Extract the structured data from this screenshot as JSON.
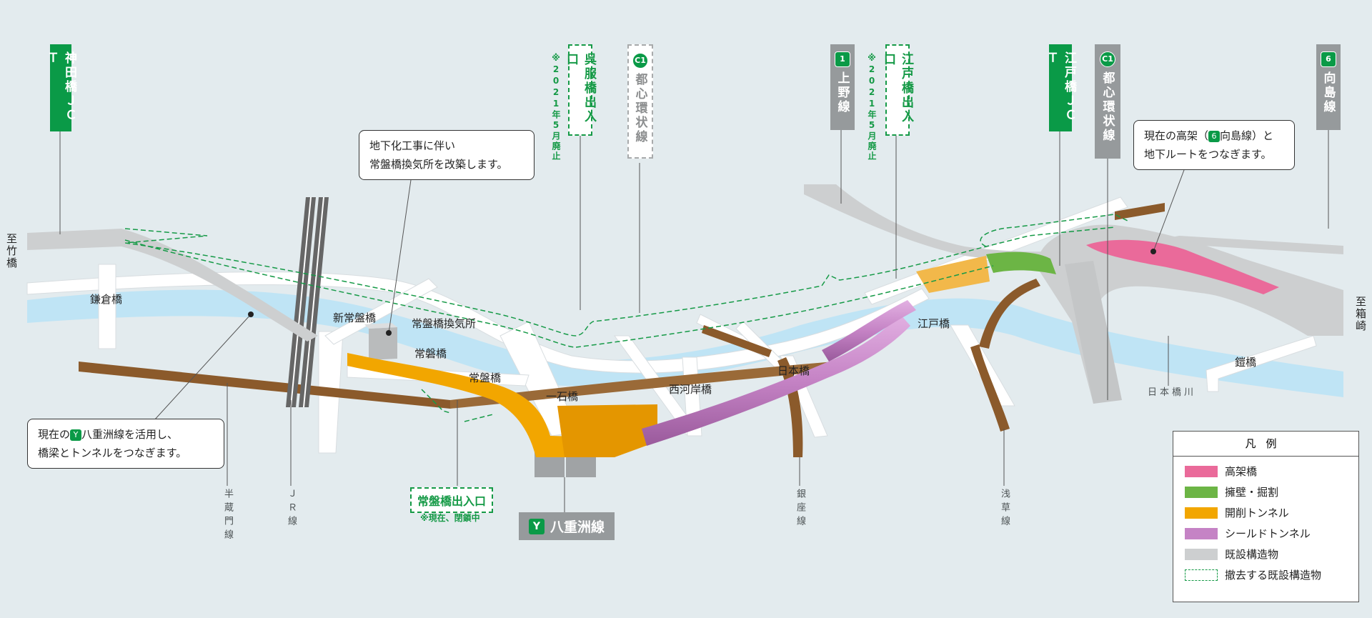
{
  "colors": {
    "background": "#e3ebee",
    "river": "#bfe4f5",
    "road": "#ffffff",
    "existing": "#cdcfd0",
    "rail": "#8b5a2b",
    "elevated": "#ea6a9a",
    "retaining": "#6cb545",
    "cut_tunnel": "#f2a600",
    "shield_tunnel": "#c583c5",
    "accent_green": "#0a9a47"
  },
  "routes": {
    "kandabashi": "神田橋ＪＣＴ",
    "gofukubashi": "呉服橋出入口",
    "gofukubashi_note": "※2021年5月廃止",
    "c1_left": "都心環状線",
    "ueno": "上野線",
    "edobashi_exit": "江戸橋出入口",
    "edobashi_note": "※2021年5月廃止",
    "edobashi_jct": "江戸橋ＪＣＴ",
    "c1_right": "都心環状線",
    "mukojima": "向島線",
    "yaesu": "八重洲線"
  },
  "shields": {
    "c1": "C1",
    "ueno": "1",
    "mukojima": "6",
    "yaesu": "Y"
  },
  "places": {
    "to_takebashi": "至竹橋",
    "to_hakozaki": "至箱崎",
    "kamakurabashi": "鎌倉橋",
    "shin_tokiwabashi": "新常盤橋",
    "tokiwabashi_vent": "常盤橋換気所",
    "tokiwabashi_stone": "常磐橋",
    "tokiwabashi": "常盤橋",
    "ichikokubashi": "一石橋",
    "nishikashibashi": "西河岸橋",
    "nihonbashi": "日本橋",
    "edobashi": "江戸橋",
    "yoroibashi": "鎧橋",
    "nihonbashi_river": "日本橋川"
  },
  "underground": {
    "hanzomon": "半蔵門線",
    "jr": "ＪＲ線",
    "ginza": "銀座線",
    "asakusa": "浅草線"
  },
  "joban_exit": {
    "label": "常盤橋出入口",
    "note": "※現在、閉鎖中"
  },
  "callouts": {
    "vent_line1": "地下化工事に伴い",
    "vent_line2": "常盤橋換気所を改築します。",
    "yaesu_pre": "現在の",
    "yaesu_post": "八重洲線を活用し、",
    "yaesu_line2": "橋梁とトンネルをつなぎます。",
    "mukojima_pre": "現在の高架（",
    "mukojima_post": "向島線）と",
    "mukojima_line2": "地下ルートをつなぎます。"
  },
  "legend": {
    "title": "凡例",
    "items": [
      {
        "label": "高架橋",
        "color": "#ea6a9a",
        "style": "solid"
      },
      {
        "label": "擁壁・掘割",
        "color": "#6cb545",
        "style": "solid"
      },
      {
        "label": "開削トンネル",
        "color": "#f2a600",
        "style": "solid"
      },
      {
        "label": "シールドトンネル",
        "color": "#c583c5",
        "style": "solid"
      },
      {
        "label": "既設構造物",
        "color": "#cdcfd0",
        "style": "solid"
      },
      {
        "label": "撤去する既設構造物",
        "color": "#169a47",
        "style": "dashed"
      }
    ]
  }
}
